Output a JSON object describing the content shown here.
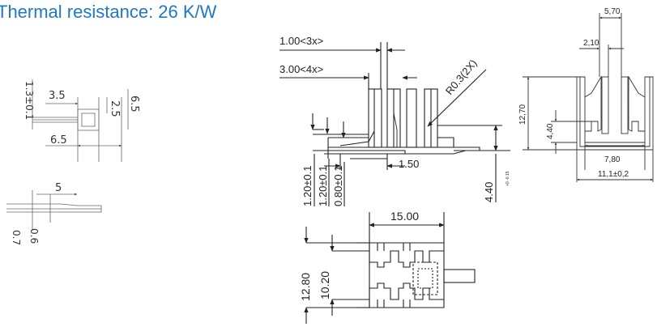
{
  "title": "Thermal resistance: 26 K/W",
  "small_drawing": {
    "dim_height": "1.3±0.1",
    "dim_3_5": "3.5",
    "dim_2_5": "2.5",
    "dim_6_5_v": "6.5",
    "dim_6_5_h": "6.5",
    "dim_5": "5",
    "dim_0_7": "0.7",
    "dim_0_6": "0.6"
  },
  "front_view": {
    "pitch_top": "1.00<3x>",
    "pitch_mid": "3.00<4x>",
    "radius": "R0.3(2X)",
    "dim_1_20_a": "1.20±0.1",
    "dim_1_20_b": "1.20±0.1",
    "dim_0_80": "0.80±0.1",
    "dim_1_50": "1.50",
    "dim_4_40": "4.40",
    "tolerance": "+0 -0.15"
  },
  "top_view": {
    "width": "15.00",
    "outer_height": "12.80",
    "inner_height": "10.20"
  },
  "side_view": {
    "dim_5_70": "5,70",
    "dim_2_10": "2,10",
    "dim_12_70": "12,70",
    "dim_4_40": "4,40",
    "dim_7_80": "7,80",
    "dim_11_1": "11,1±0,2"
  }
}
